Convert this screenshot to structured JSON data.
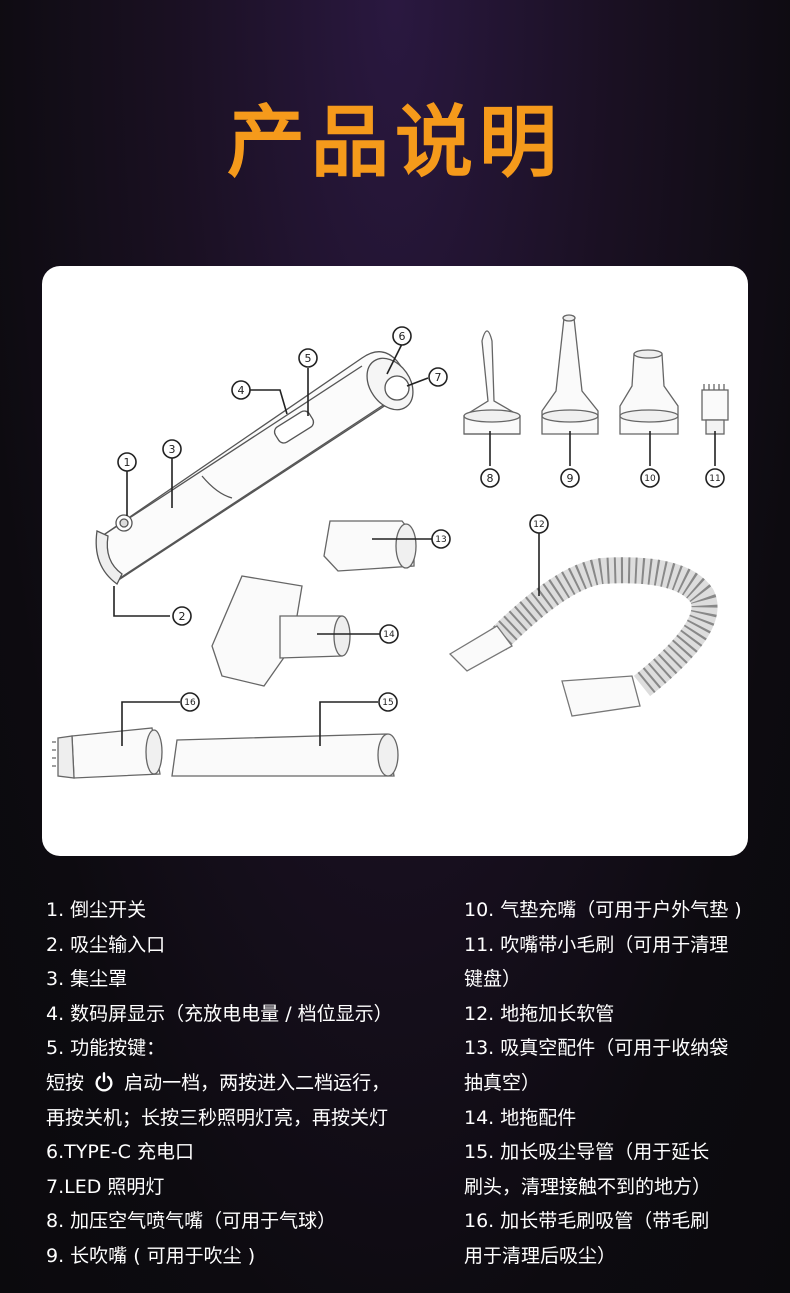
{
  "title": "产品说明",
  "diagram": {
    "callouts": [
      "1",
      "2",
      "3",
      "4",
      "5",
      "6",
      "7",
      "8",
      "9",
      "10",
      "11",
      "12",
      "13",
      "14",
      "15",
      "16"
    ]
  },
  "left_list": [
    "1. 倒尘开关",
    "2. 吸尘输入口",
    "3. 集尘罩",
    "4. 数码屏显示（充放电电量 / 档位显示）",
    "5. 功能按键：",
    "6.TYPE-C 充电口",
    "7.LED 照明灯",
    "8. 加压空气喷气嘴（可用于气球）",
    "9. 长吹嘴 ( 可用于吹尘 )"
  ],
  "item5_detail": {
    "line1_prefix": "短按",
    "line1_suffix": "启动一档，两按进入二档运行，",
    "line2": "再按关机；长按三秒照明灯亮，再按关灯"
  },
  "right_list": [
    "10. 气垫充嘴（可用于户外气垫 )",
    "11. 吹嘴带小毛刷（可用于清理",
    "键盘）",
    "12. 地拖加长软管",
    "13. 吸真空配件（可用于收纳袋",
    "抽真空）",
    "14. 地拖配件",
    "15. 加长吸尘导管（用于延长",
    "刷头，清理接触不到的地方）",
    "16. 加长带毛刷吸管（带毛刷",
    "用于清理后吸尘）"
  ],
  "colors": {
    "accent": "#f59a1b",
    "panel": "#ffffff",
    "text": "#ffffff"
  }
}
